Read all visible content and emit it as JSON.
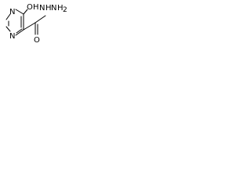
{
  "molecule": {
    "atoms": {
      "ring_n_top": "N",
      "ring_n_bottom": "N",
      "hydroxy_o": "O",
      "hydroxy_h": "H",
      "carbonyl_o": "O",
      "hydrazide_nh": "N",
      "hydrazide_h": "H",
      "hydrazide_nh2": "N",
      "hydrazide_h2": "H",
      "hydrazide_2": "2"
    }
  }
}
